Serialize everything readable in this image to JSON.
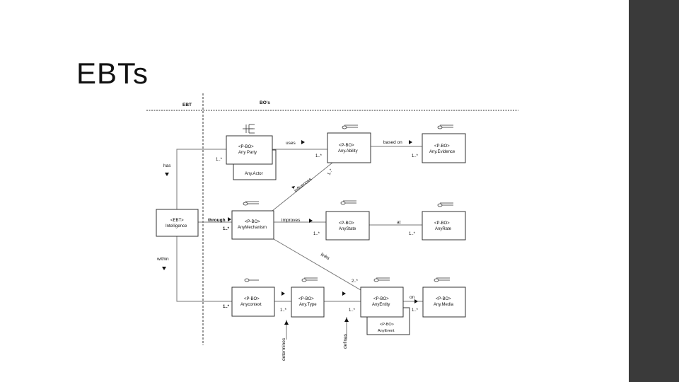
{
  "slide": {
    "title": "EBTs"
  },
  "diagram": {
    "headers": {
      "ebt": "EBT",
      "bos": "BO's"
    },
    "classes": {
      "any_party": {
        "stereotype": "<P-BO>",
        "name": "Any Party"
      },
      "any_actor": {
        "stereotype": "",
        "name": "Any.Actor"
      },
      "any_ability": {
        "stereotype": "<P-BO>",
        "name": "Any.Ability"
      },
      "any_evidence": {
        "stereotype": "<P-BO>",
        "name": "Any.Evidence"
      },
      "intelligence": {
        "stereotype": "<EBT>",
        "name": "Intelligence"
      },
      "any_mechanism": {
        "stereotype": "<P-BO>",
        "name": "AnyMechanism"
      },
      "any_state": {
        "stereotype": "<P-BO>",
        "name": "AnyState"
      },
      "any_rate": {
        "stereotype": "<P-BO>",
        "name": "AnyRate"
      },
      "any_context": {
        "stereotype": "<P-BO>",
        "name": "Anycontext"
      },
      "any_type": {
        "stereotype": "<P-BO>",
        "name": "Any.Type"
      },
      "any_entity": {
        "stereotype": "<P-BO>",
        "name": "AnyEntity"
      },
      "any_event": {
        "stereotype": "<P-BO>",
        "name": "AnyEvent"
      },
      "any_media": {
        "stereotype": "<P-BO>",
        "name": "Any.Media"
      }
    },
    "labels": {
      "uses": "uses",
      "based_on": "based on",
      "has": "has",
      "influences": "influences",
      "through": "through",
      "improves": "improves",
      "at": "at",
      "within": "within",
      "links": "links",
      "on": "on",
      "determines": "determines",
      "defines": "defines"
    },
    "multiplicities": {
      "party": "1..*",
      "ability": "1..*",
      "evidence": "1..*",
      "ability_diag": "1..*",
      "mechanism": "1..*",
      "state": "1..*",
      "rate": "1..*",
      "entity_diag": "2..*",
      "context": "1..*",
      "type": "1..*",
      "entity": "1..*",
      "media": "1..*"
    }
  }
}
